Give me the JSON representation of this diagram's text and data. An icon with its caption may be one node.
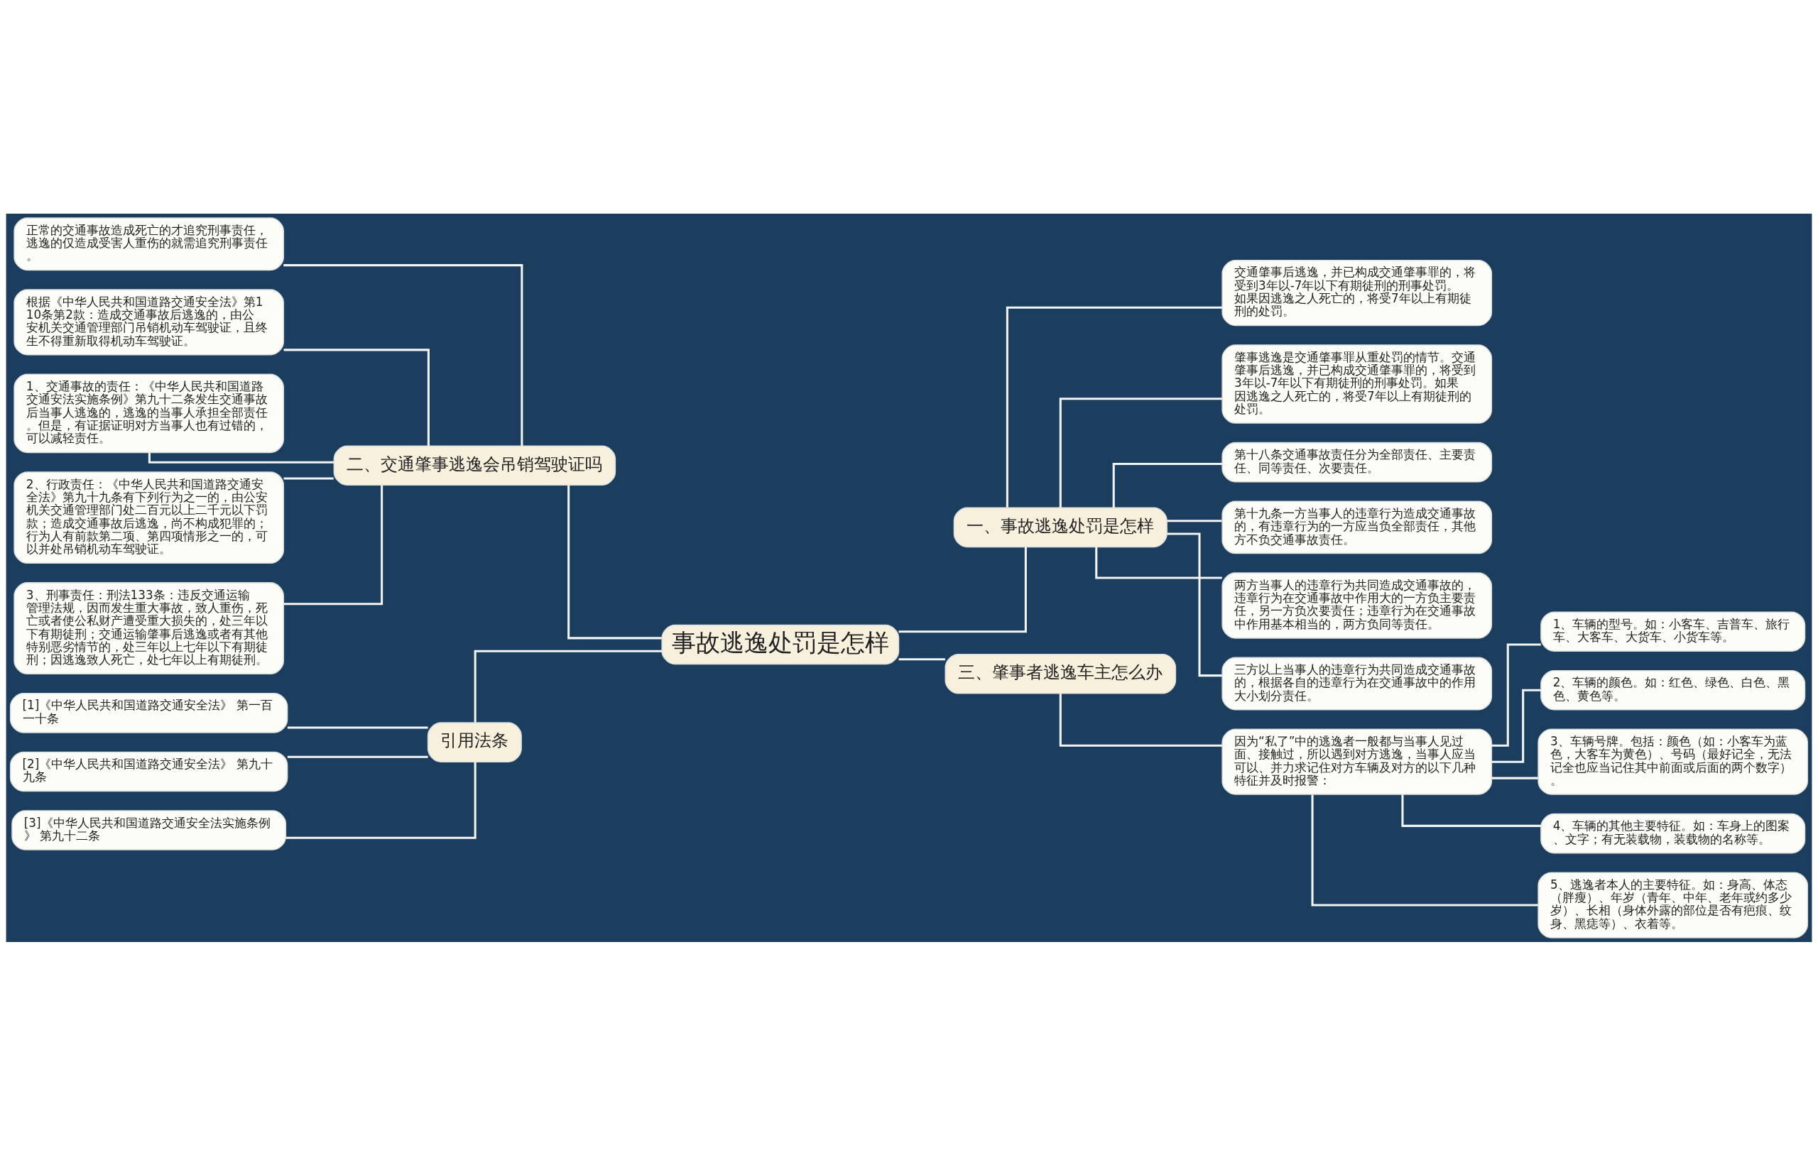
{
  "diagram": {
    "nodes": [
      {
        "text": [
          "事故逃逸处罚是怎样"
        ]
      },
      {
        "text": [
          "一、事故逃逸处罚是怎样"
        ]
      },
      {
        "text": [
          "交通肇事后逃逸，并已构成交通肇事罪的，将受到3年以-7年以下有期徒刑的刑事处罚。如果因逃逸之人死亡的，将受7年以上有期徒刑的处罚。"
        ]
      },
      {
        "text": [
          "肇事逃逸是交通肇事罪从重处罚的情节。交通肇事后逃逸，并已构成交通肇事罪的，将受到3年以-7年以下有期徒刑的刑事处罚。如果因逃逸之人死亡的，将受7年以上有期徒刑的处罚。"
        ]
      },
      {
        "text": [
          "第十八条交通事故责任分为全部责任、主要责任、同等责任、次要责任。"
        ]
      },
      {
        "text": [
          "第十九条一方当事人的违章行为造成交通事故的，有违章行为的一方应当负全部责任，其他方不负交通事故责任。"
        ]
      },
      {
        "text": [
          "两方当事人的违章行为共同造成交通事故的，违章行为在交通事故中作用大的一方负主要责任，另一方负次要责任；违章行为在交通事故中作用基本相当的，两方负同等责任。"
        ]
      },
      {
        "text": [
          "三方以上当事人的违章行为共同造成交通事故的，根据各自的违章行为在交通事故中的作用大小划分责任。"
        ]
      },
      {
        "text": [
          "三、肇事者逃逸车主怎么办"
        ]
      },
      {
        "text": [
          "因为“私了”中的逃逸者一般都与当事人见过面、接触过，所以遇到对方逃逸，当事人应当可以、并力求记住对方车辆及对方的以下几种特征并及时报警："
        ]
      },
      {
        "text": [
          "1、车辆的型号。如：小客车、吉普车、旅行车、大客车、大货车、小货车等。"
        ]
      },
      {
        "text": [
          "2、车辆的颜色。如：红色、绿色、白色、黑色、黄色等。"
        ]
      },
      {
        "text": [
          "3、车辆号牌。包括：颜色（如：小客车为蓝色，大客车为黄色）、号码（最好记全，无法记全也应当记住其中前面或后面的两个数字）。"
        ]
      },
      {
        "text": [
          "4、车辆的其他主要特征。如：车身上的图案、文字；有无装载物，装载物的名称等。"
        ]
      },
      {
        "text": [
          "5、逃逸者本人的主要特征。如：身高、体态（胖瘦）、年岁（青年、中年、老年或约多少岁）、长相（身体外露的部位是否有疤痕、纹身、黑痣等）、衣着等。"
        ]
      },
      {
        "text": [
          "二、交通肇事逃逸会吊销驾驶证吗"
        ]
      },
      {
        "text": [
          "正常的交通事故造成死亡的才追究刑事责任，逃逸的仅造成受害人重伤的就需追究刑事责任。"
        ]
      },
      {
        "text": [
          "根据《中华人民共和国道路交通安全法》第110条第2款：造成交通事故后逃逸的，由公安机关交通管理部门吊销机动车驾驶证，且终生不得重新取得机动车驾驶证。"
        ]
      },
      {
        "text": [
          "1、交通事故的责任：《中华人民共和国道路交通安法实施条例》第九十二条发生交通事故后当事人逃逸的，逃逸的当事人承担全部责任。但是，有证据证明对方当事人也有过错的，可以减轻责任。"
        ]
      },
      {
        "text": [
          "2、行政责任：《中华人民共和国道路交通安全法》第九十九条有下列行为之一的，由公安机关交通管理部门处二百元以上二千元以下罚款；造成交通事故后逃逸，尚不构成犯罪的；行为人有前款第二项、第四项情形之一的，可以并处吊销机动车驾驶证。"
        ]
      },
      {
        "text": [
          "3、刑事责任：刑法133条：违反交通运输管理法规，因而发生重大事故，致人重伤，死亡或者使公私财产遭受重大损失的，处三年以下有期徒刑；交通运输肇事后逃逸或者有其他特别恶劣情节的，处三年以上七年以下有期徒刑；因逃逸致人死亡，处七年以上有期徒刑。"
        ]
      },
      {
        "text": [
          "引用法条"
        ]
      },
      {
        "text": [
          "[1]《中华人民共和国道路交通安全法》 第一百一十条"
        ]
      },
      {
        "text": [
          "[2]《中华人民共和国道路交通安全法》 第九十九条"
        ]
      },
      {
        "text": [
          "[3]《中华人民共和国道路交通安全法实施条例》 第九十二条"
        ]
      }
    ],
    "edges": [
      {
        "from": 0,
        "to": 1,
        "arrow": "none"
      },
      {
        "from": 1,
        "to": 2,
        "arrow": "none"
      },
      {
        "from": 1,
        "to": 3,
        "arrow": "none"
      },
      {
        "from": 1,
        "to": 4,
        "arrow": "none"
      },
      {
        "from": 1,
        "to": 5,
        "arrow": "none"
      },
      {
        "from": 1,
        "to": 6,
        "arrow": "none"
      },
      {
        "from": 1,
        "to": 7,
        "arrow": "none"
      },
      {
        "from": 0,
        "to": 8,
        "arrow": "none"
      },
      {
        "from": 8,
        "to": 9,
        "arrow": "none"
      },
      {
        "from": 9,
        "to": 10,
        "arrow": "none"
      },
      {
        "from": 9,
        "to": 11,
        "arrow": "none"
      },
      {
        "from": 9,
        "to": 12,
        "arrow": "none"
      },
      {
        "from": 9,
        "to": 13,
        "arrow": "none"
      },
      {
        "from": 9,
        "to": 14,
        "arrow": "none"
      },
      {
        "from": 0,
        "to": 15,
        "arrow": "none"
      },
      {
        "from": 15,
        "to": 16,
        "arrow": "none"
      },
      {
        "from": 15,
        "to": 17,
        "arrow": "none"
      },
      {
        "from": 15,
        "to": 18,
        "arrow": "none"
      },
      {
        "from": 15,
        "to": 19,
        "arrow": "none"
      },
      {
        "from": 15,
        "to": 20,
        "arrow": "none"
      },
      {
        "from": 0,
        "to": 21,
        "arrow": "none"
      },
      {
        "from": 21,
        "to": 22,
        "arrow": "none"
      },
      {
        "from": 21,
        "to": 23,
        "arrow": "none"
      },
      {
        "from": 21,
        "to": 24,
        "arrow": "none"
      }
    ]
  }
}
